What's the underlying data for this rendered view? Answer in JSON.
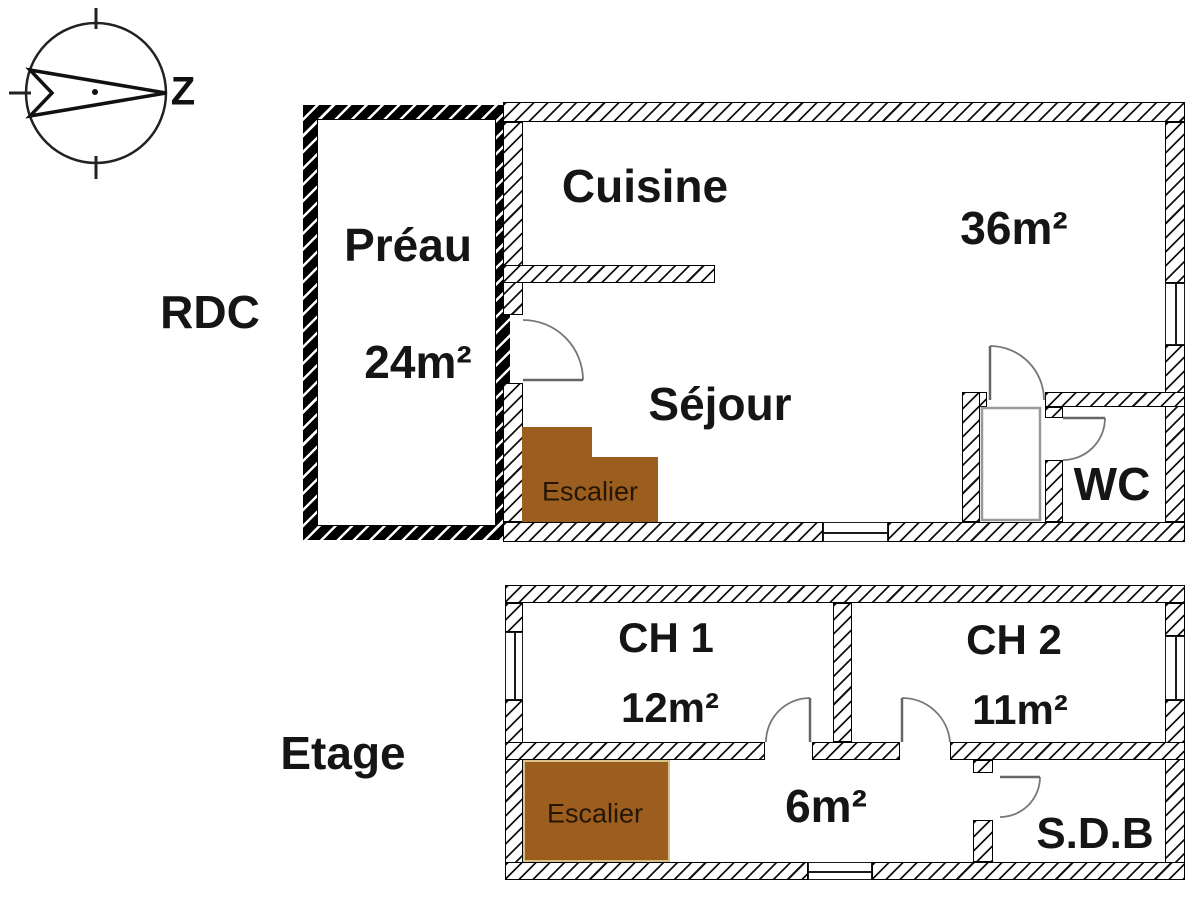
{
  "title": "House floor plan (RDC + Etage)",
  "compass": {
    "north_label": "Z"
  },
  "colors": {
    "stairs_fill": "#9c5e1e",
    "stairs_border": "#d8c289",
    "stairs_text": "#241505",
    "wall_line": "#000000",
    "door_line": "#777777"
  },
  "floors": {
    "rdc": {
      "floor_label": "RDC",
      "rooms": {
        "preau": {
          "name": "Préau",
          "area": "24m²"
        },
        "cuisine": {
          "name": "Cuisine"
        },
        "main": {
          "area": "36m²"
        },
        "sejour": {
          "name": "Séjour"
        },
        "escalier": {
          "name": "Escalier"
        },
        "wc": {
          "name": "WC"
        }
      }
    },
    "etage": {
      "floor_label": "Etage",
      "rooms": {
        "ch1": {
          "name": "CH 1",
          "area": "12m²"
        },
        "ch2": {
          "name": "CH 2",
          "area": "11m²"
        },
        "couloir": {
          "area": "6m²"
        },
        "sdb": {
          "name": "S.D.B"
        },
        "escalier": {
          "name": "Escalier"
        }
      }
    }
  }
}
